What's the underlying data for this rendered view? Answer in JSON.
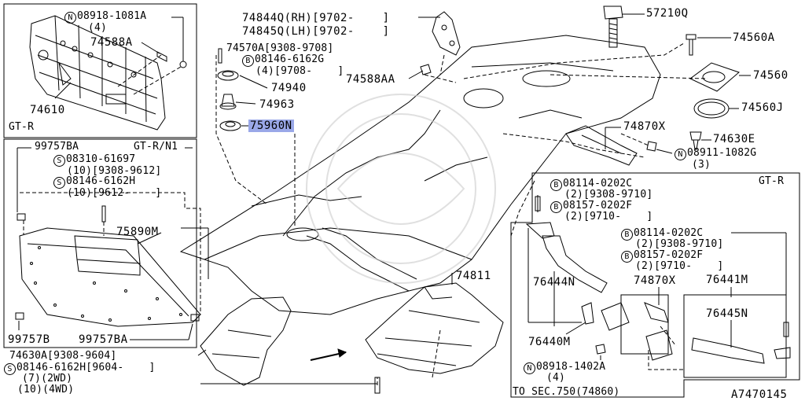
{
  "diagram_id": "A7470145",
  "boxes": {
    "top_left_variant": "GT-R",
    "left_mid_variant": "GT-R/N1",
    "right_variant": "GT-R"
  },
  "labels": {
    "l74610": "74610",
    "l74588A": "74588A",
    "l08918_1081A": "08918-1081A",
    "l08918_1081A_qty": "(4)",
    "l74844Q": "74844Q(RH)[9702-    ]",
    "l74845Q": "74845Q(LH)[9702-    ]",
    "l74570A": "74570A[9308-9708]",
    "l08146_6162G": "08146-6162G",
    "l08146_6162G_qty": "(4)[9708-    ]",
    "l74940": "74940",
    "l74963": "74963",
    "l75960N": "75960N",
    "l74588AA": "74588AA",
    "l57210Q": "57210Q",
    "l74560A": "74560A",
    "l74560": "74560",
    "l74560J": "74560J",
    "l74870X_a": "74870X",
    "l74630E": "74630E",
    "l08911_1082G": "08911-1082G",
    "l08911_1082G_qty": "(3)",
    "l99757BA_a": "99757BA",
    "l08310_61697": "08310-61697",
    "l08310_61697_qty": "(10)[9308-9612]",
    "l08146_6162H_a": "08146-6162H",
    "l08146_6162H_a_qty": "(10)[9612-    ]",
    "l75890M": "75890M",
    "l99757B": "99757B",
    "l99757BA_b": "99757BA",
    "l74630A": "74630A[9308-9604]",
    "l08146_6162H_b": "08146-6162H[9604-    ]",
    "l08146_6162H_b_q1": "(7)(2WD)",
    "l08146_6162H_b_q2": "(10)(4WD)",
    "l74811": "74811",
    "l08114_0202C_a": "08114-0202C",
    "l08114_0202C_a_q": "(2)[9308-9710]",
    "l08157_0202F_a": "08157-0202F",
    "l08157_0202F_a_q": "(2)[9710-    ]",
    "l08114_0202C_b": "08114-0202C",
    "l08114_0202C_b_q": "(2)[9308-9710]",
    "l08157_0202F_b": "08157-0202F",
    "l08157_0202F_b_q": "(2)[9710-    ]",
    "l76444N": "76444N",
    "l74870X_b": "74870X",
    "l76441M": "76441M",
    "l76445N": "76445N",
    "l76440M": "76440M",
    "l08918_1402A": "08918-1402A",
    "l08918_1402A_qty": "(4)",
    "l_tosec": "TO SEC.750(74860)"
  },
  "markers": {
    "N": "N",
    "B": "B",
    "S": "S"
  }
}
